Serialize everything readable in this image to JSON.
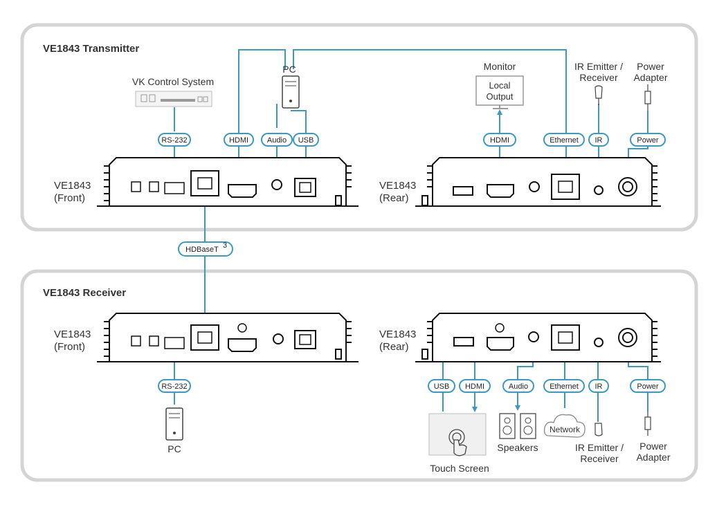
{
  "panels": {
    "transmitter_title": "VE1843 Transmitter",
    "receiver_title": "VE1843 Receiver"
  },
  "devices": {
    "tx_front_line1": "VE1843",
    "tx_front_line2": "(Front)",
    "tx_rear_line1": "VE1843",
    "tx_rear_line2": "(Rear)",
    "rx_front_line1": "VE1843",
    "rx_front_line2": "(Front)",
    "rx_rear_line1": "VE1843",
    "rx_rear_line2": "(Rear)"
  },
  "equipment": {
    "vk_control": "VK Control System",
    "pc_top": "PC",
    "monitor": "Monitor",
    "local_output_1": "Local",
    "local_output_2": "Output",
    "ir_top_1": "IR Emitter /",
    "ir_top_2": "Receiver",
    "power_top_1": "Power",
    "power_top_2": "Adapter",
    "pc_bottom": "PC",
    "touch_screen": "Touch Screen",
    "speakers": "Speakers",
    "network": "Network",
    "ir_bottom_1": "IR Emitter /",
    "ir_bottom_2": "Receiver",
    "power_bottom_1": "Power",
    "power_bottom_2": "Adapter"
  },
  "cables": {
    "rs232_top": "RS-232",
    "hdmi_top": "HDMI",
    "audio_top": "Audio",
    "usb_top": "USB",
    "hdmi_monitor": "HDMI",
    "ethernet_top": "Ethernet",
    "ir_top": "IR",
    "power_top": "Power",
    "hdbaset": "HDBaseT",
    "hdbaset_sup": "3",
    "rs232_bottom": "RS-232",
    "usb_bottom": "USB",
    "hdmi_bottom": "HDMI",
    "audio_bottom": "Audio",
    "ethernet_bottom": "Ethernet",
    "ir_bottom": "IR",
    "power_bottom": "Power"
  },
  "colors": {
    "cable": "#3a9ac0",
    "panel_border": "#d4d4d4",
    "device": "#1a1a1a"
  }
}
